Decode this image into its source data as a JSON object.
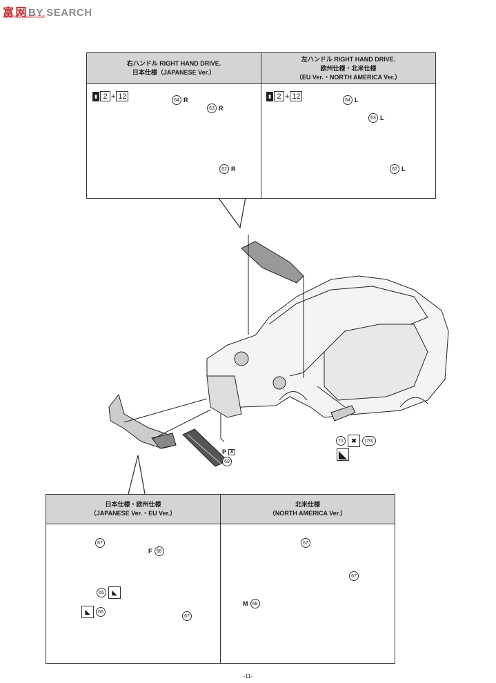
{
  "watermark": {
    "brand_cn": "富",
    "brand_cn2": "网",
    "brand_en": "BY SEARCH",
    "url": "www.hobbysearch.com"
  },
  "top_panel": {
    "left": {
      "line1": "右ハンドル RIGHT HAND DRIVE.",
      "line2": "日本仕様（JAPANESE Ver.）",
      "badge_a": "2",
      "badge_b": "12",
      "callouts": [
        {
          "num": "64",
          "side": "R"
        },
        {
          "num": "63",
          "side": "R"
        },
        {
          "num": "62",
          "side": "R"
        }
      ]
    },
    "right": {
      "line1": "左ハンドル RIGHT HAND DRIVE.",
      "line2": "欧州仕様・北米仕様",
      "line3": "（EU Ver.・NORTH AMERICA Ver.）",
      "badge_a": "2",
      "badge_b": "12",
      "callouts": [
        {
          "num": "64",
          "side": "L"
        },
        {
          "num": "63",
          "side": "L"
        },
        {
          "num": "62",
          "side": "L"
        }
      ]
    }
  },
  "main": {
    "part_71": "71",
    "part_70": "(70)",
    "part_69": "69",
    "p_label": "P",
    "p_num": "8"
  },
  "bottom_panel": {
    "left": {
      "line1": "日本仕様・欧州仕様",
      "line2": "（JAPANESE Ver.・EU Ver.）",
      "parts": {
        "p67a": "67",
        "p68": "68",
        "f": "F",
        "p65": "65",
        "p66": "66",
        "p67b": "67"
      }
    },
    "right": {
      "line1": "北米仕様",
      "line2": "（NORTH AMERICA Ver.）",
      "parts": {
        "p67a": "67",
        "p67b": "67",
        "p68": "68",
        "m": "M"
      }
    }
  },
  "footer": {
    "page": "-11-"
  }
}
